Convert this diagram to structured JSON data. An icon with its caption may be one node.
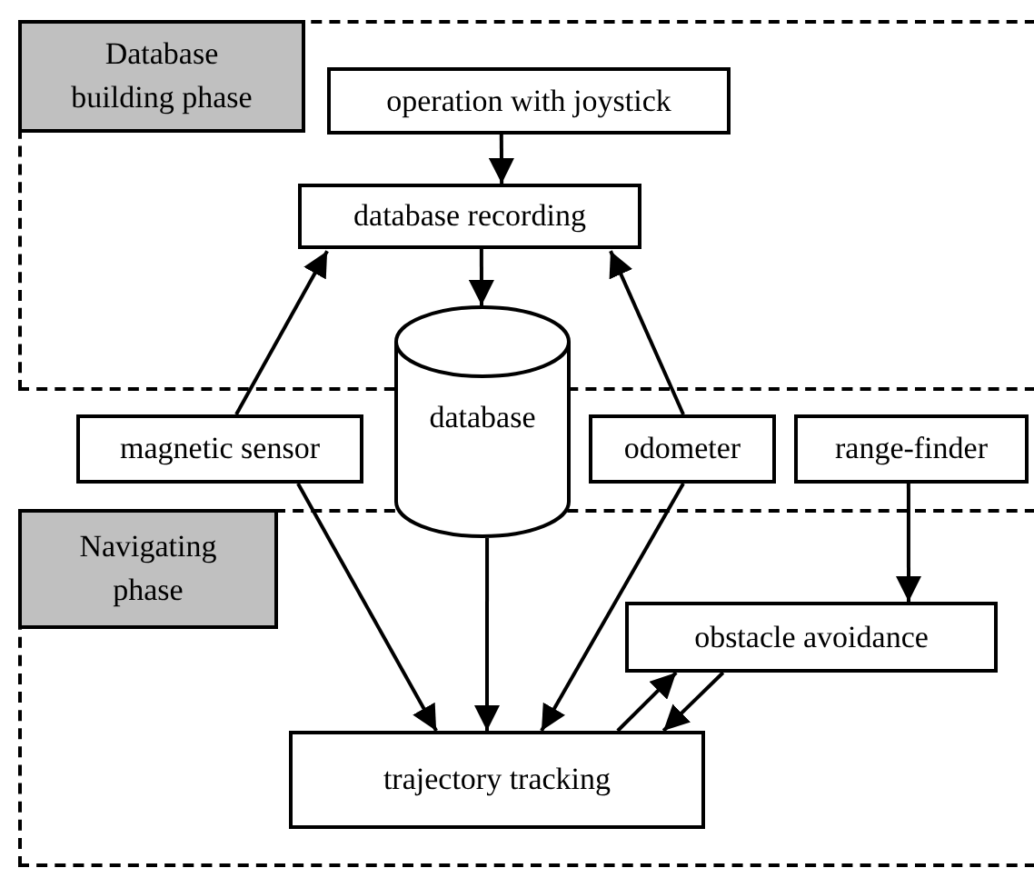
{
  "diagram": {
    "nodes": [
      {
        "text": [
          "Database building phase"
        ]
      },
      {
        "text": [
          "operation with joystick"
        ],
        "in": 0
      },
      {
        "text": [
          "database recording"
        ],
        "in": 0
      },
      {
        "text": [
          "database"
        ]
      },
      {
        "text": [
          "magnetic sensor"
        ]
      },
      {
        "text": [
          "odometer"
        ]
      },
      {
        "text": [
          "range-finder"
        ]
      },
      {
        "text": [
          "Navigating phase"
        ]
      },
      {
        "text": [
          "obstacle avoidance"
        ],
        "in": 7
      },
      {
        "text": [
          "trajectory tracking"
        ],
        "in": 7
      }
    ],
    "edges": [
      {
        "from": 1,
        "to": 2,
        "arrow": "to"
      },
      {
        "from": 2,
        "to": 3,
        "arrow": "to"
      },
      {
        "from": 4,
        "to": 2,
        "arrow": "to"
      },
      {
        "from": 5,
        "to": 2,
        "arrow": "to"
      },
      {
        "from": 3,
        "to": 9,
        "arrow": "to"
      },
      {
        "from": 4,
        "to": 9,
        "arrow": "to"
      },
      {
        "from": 5,
        "to": 9,
        "arrow": "to"
      },
      {
        "from": 6,
        "to": 8,
        "arrow": "to"
      },
      {
        "from": 9,
        "to": 8,
        "arrow": "to"
      },
      {
        "from": 8,
        "to": 9,
        "arrow": "to"
      }
    ]
  }
}
